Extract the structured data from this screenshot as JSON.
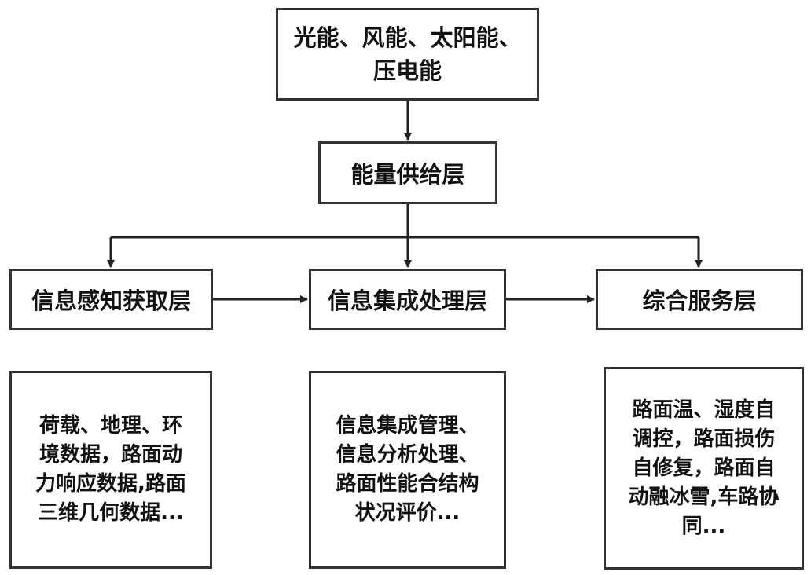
{
  "diagram": {
    "energy_sources": {
      "lines": [
        "光能、风能、太阳能、",
        "压电能"
      ]
    },
    "energy_supply_layer": {
      "label": "能量供给层"
    },
    "perception_layer": {
      "label": "信息感知获取层",
      "description_lines": [
        "荷载、地理、环",
        "境数据，路面动",
        "力响应数据,路面",
        "三维几何数据..."
      ]
    },
    "processing_layer": {
      "label": "信息集成处理层",
      "description_lines": [
        "信息集成管理、",
        "信息分析处理、",
        "路面性能合结构",
        "状况评价..."
      ]
    },
    "service_layer": {
      "label": "综合服务层",
      "description_lines": [
        "路面温、湿度自",
        "调控，路面损伤",
        "自修复，路面自",
        "动融冰雪,车路协",
        "同..."
      ]
    }
  }
}
